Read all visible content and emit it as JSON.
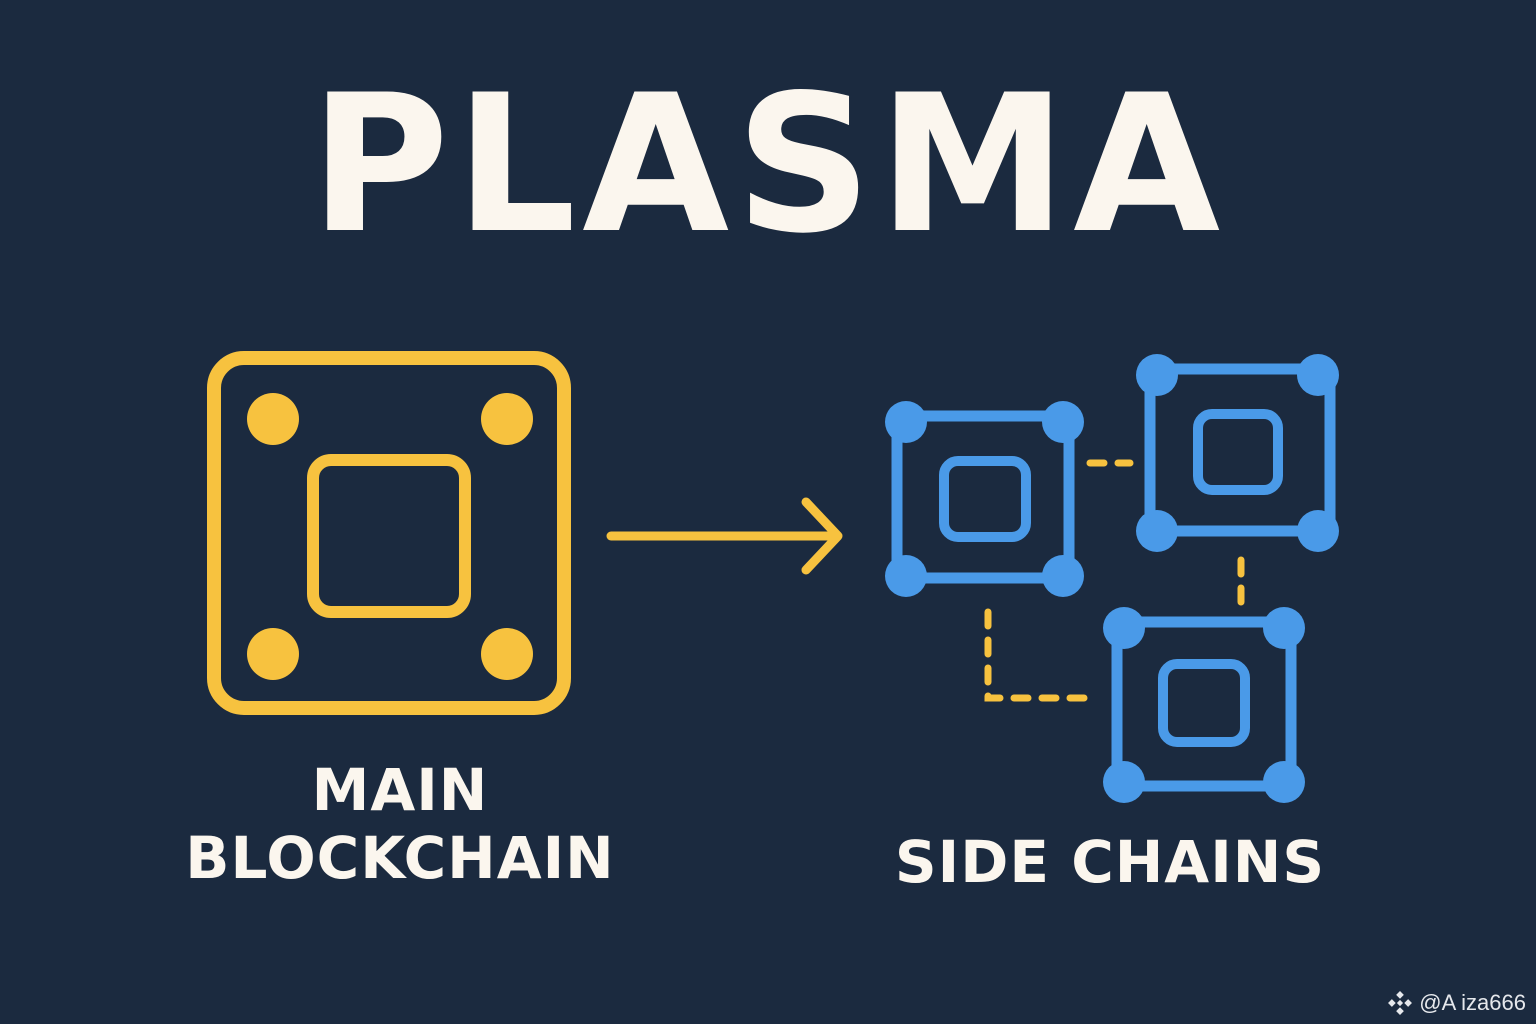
{
  "title": "PLASMA",
  "main_label": {
    "line1": "MAIN",
    "line2": "BLOCKCHAIN"
  },
  "side_label": "SIDE CHAINS",
  "watermark": {
    "icon": "binance-logo-icon",
    "text": "@A iza666"
  },
  "colors": {
    "background": "#1b2a3f",
    "main_chain": "#f7c23f",
    "side_chain": "#4a9ae8",
    "connector": "#f7c23f",
    "text": "#fbf6ee"
  }
}
